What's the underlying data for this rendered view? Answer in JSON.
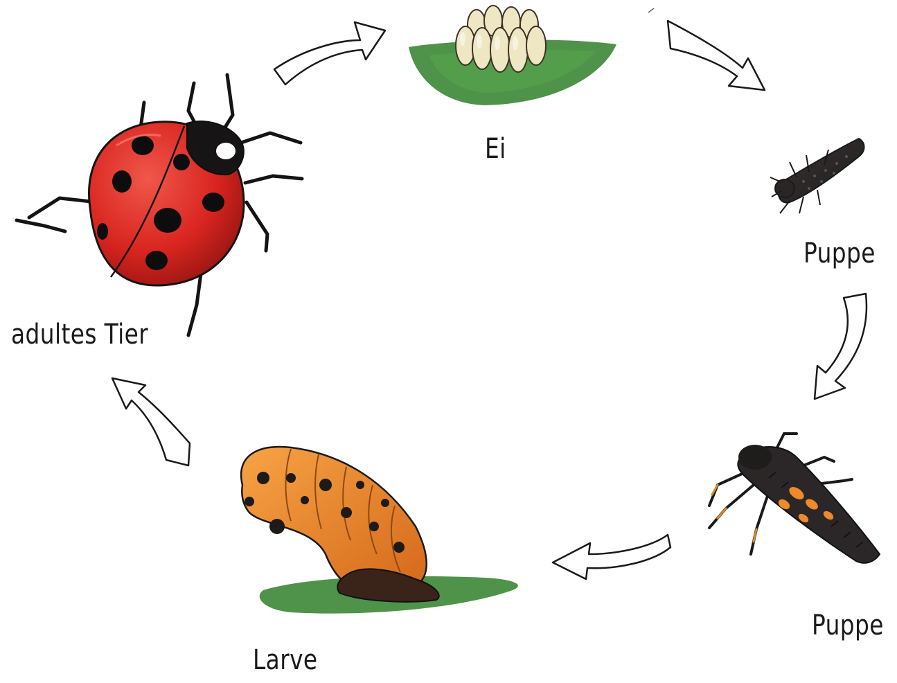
{
  "diagram": {
    "stages": {
      "egg": "Ei",
      "pupa_top": "Puppe",
      "pupa_bottom": "Puppe",
      "larva": "Larve",
      "adult": "adultes Tier"
    },
    "colors": {
      "grass": "#3f8a3a",
      "ladybug_red": "#d8241f",
      "larva_orange": "#f08a24",
      "egg_cream": "#efe6c4",
      "ink": "#141414"
    }
  }
}
